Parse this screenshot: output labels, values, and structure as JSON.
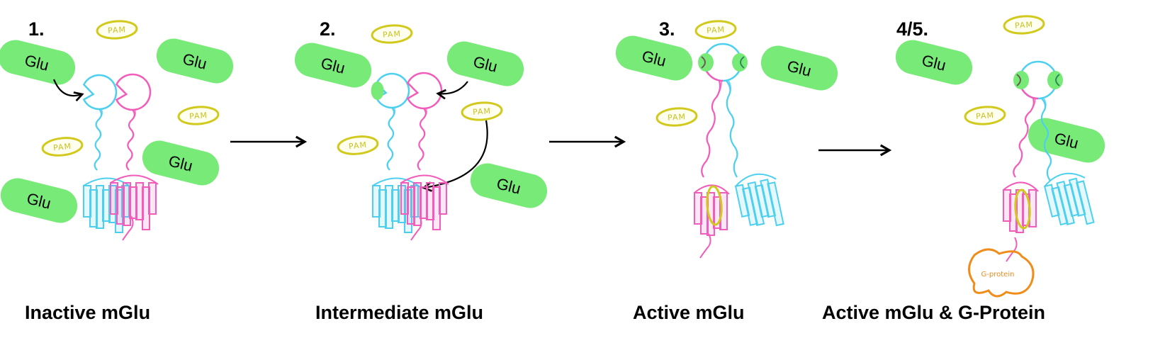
{
  "colors": {
    "glu": "#78ea78",
    "pam": "#d1c91c",
    "subunit_a": "#4dd0f0",
    "subunit_b": "#f25cba",
    "g_protein": "#f08c1a",
    "text": "#000000"
  },
  "labels": {
    "glu": "Glu",
    "pam": "PAM",
    "g_protein": "G-protein"
  },
  "panels": [
    {
      "step": "1.",
      "title": "Inactive mGlu",
      "state": "inactive"
    },
    {
      "step": "2.",
      "title": "Intermediate mGlu",
      "state": "intermediate"
    },
    {
      "step": "3.",
      "title": "Active mGlu",
      "state": "active"
    },
    {
      "step": "4/5.",
      "title": "Active mGlu & G-Protein",
      "state": "active-g-protein"
    }
  ]
}
